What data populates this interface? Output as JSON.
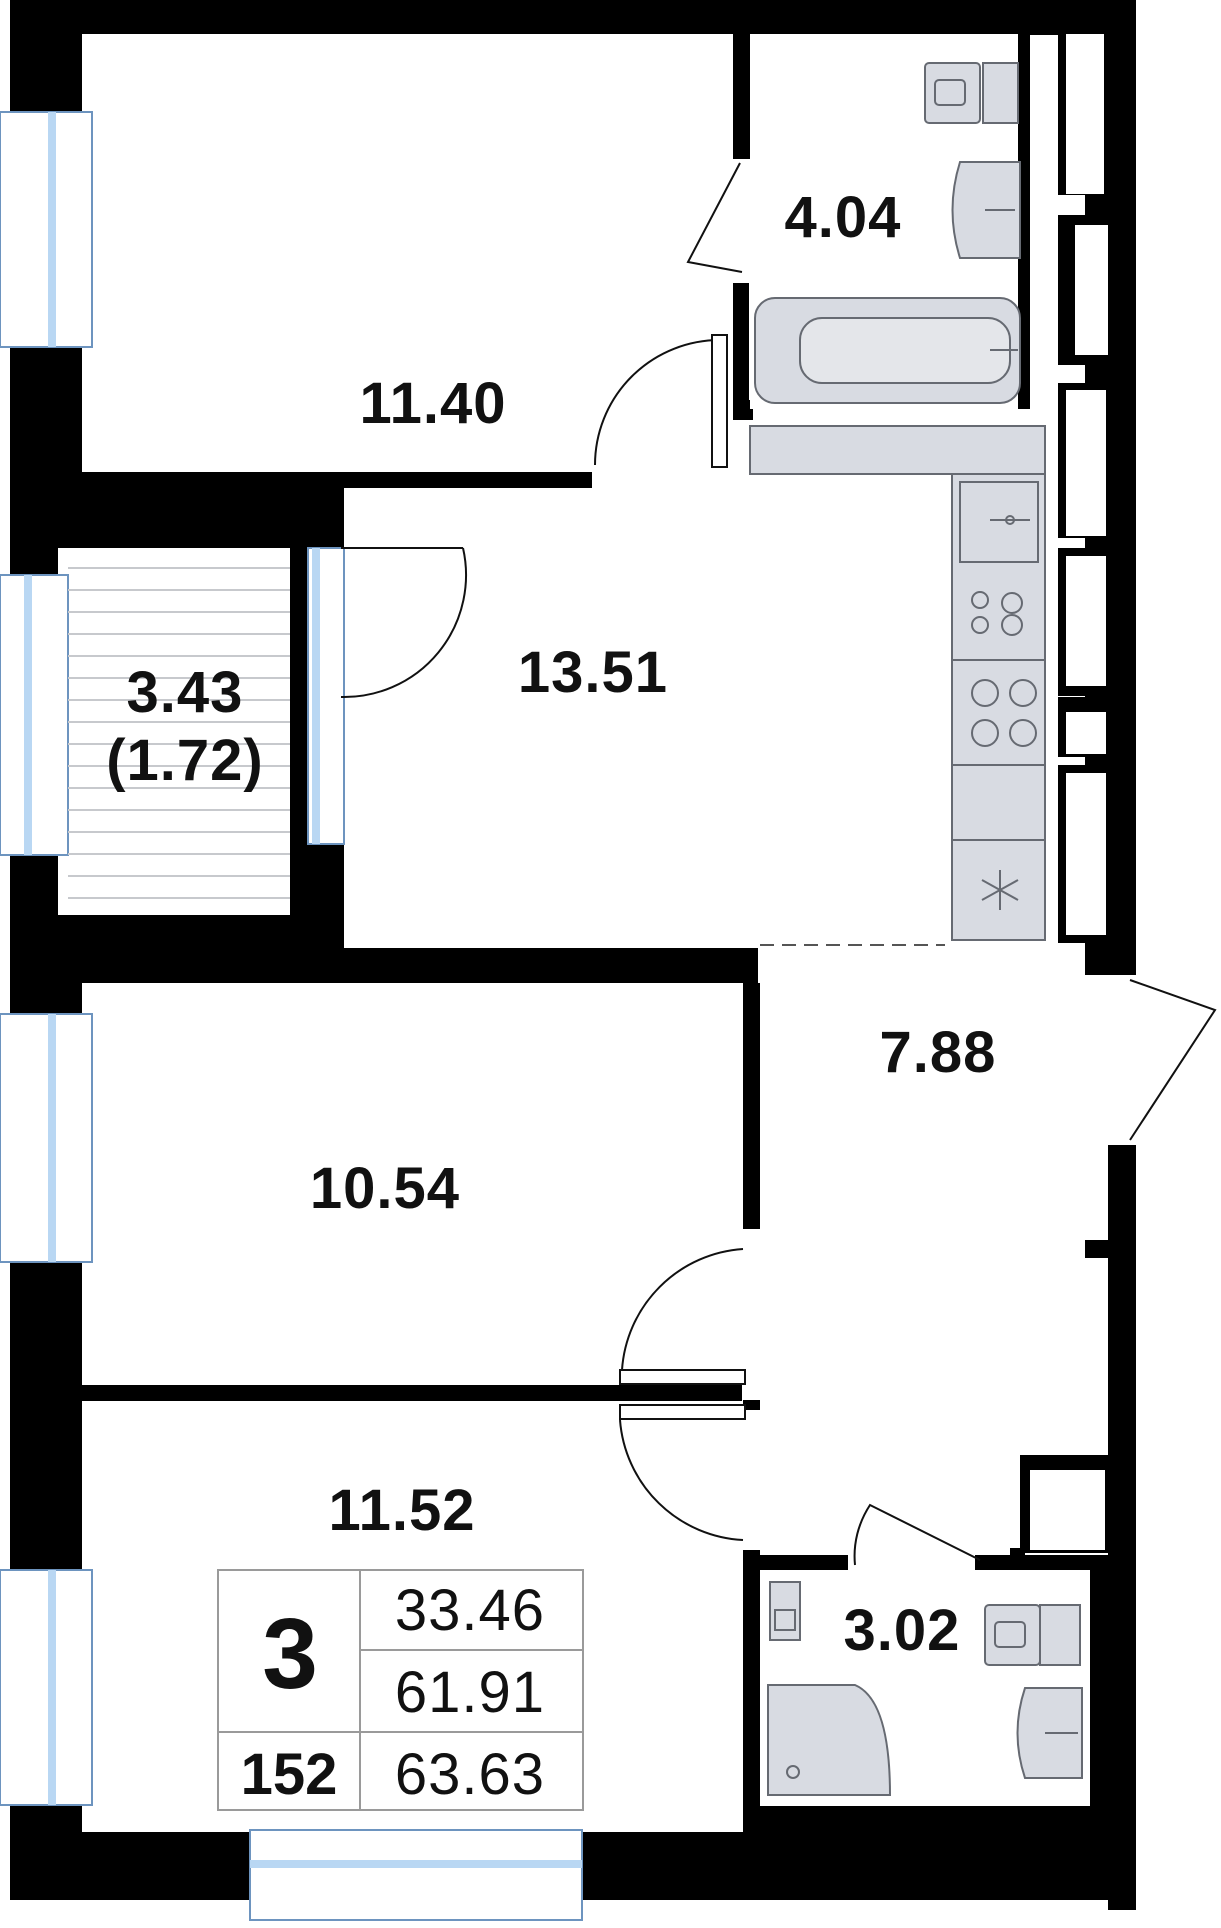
{
  "rooms": {
    "bedroom_top": "11.40",
    "bathroom_top": "4.04",
    "living_kitchen": "13.51",
    "balcony_area": "3.43",
    "balcony_reduced": "(1.72)",
    "hall": "7.88",
    "bedroom_middle": "10.54",
    "bedroom_bottom": "11.52",
    "bathroom_bottom": "3.02"
  },
  "info_table": {
    "rooms_count": "3",
    "living_area": "33.46",
    "total_area": "61.91",
    "apartment_number": "152",
    "total_with_balcony": "63.63"
  },
  "icons": [
    "toilet-icon",
    "sink-icon",
    "bathtub-icon",
    "kitchen-sink-icon",
    "cooktop-icon",
    "fridge-icon",
    "shower-icon",
    "washing-machine-icon",
    "door-icon",
    "window-icon"
  ],
  "colors": {
    "wall": "#000000",
    "fixture_fill": "#d8dbe2",
    "fixture_stroke": "#666a72",
    "window_glass": "#b9d7f3",
    "table_line": "#9a9a9a"
  }
}
